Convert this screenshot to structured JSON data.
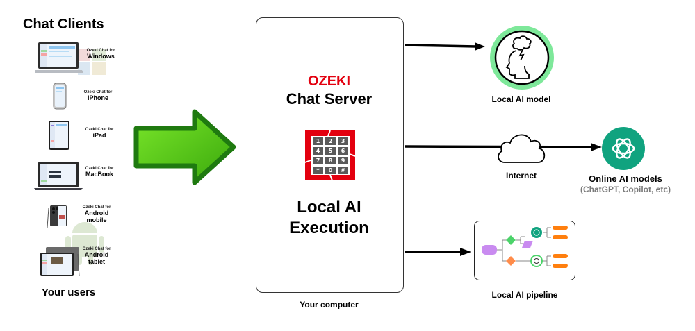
{
  "clients": {
    "title": "Chat Clients",
    "footer": "Your users",
    "items": [
      {
        "prefix": "Ozeki Chat for",
        "name": "Windows",
        "icon": "laptop-windows-icon"
      },
      {
        "prefix": "Ozeki Chat for",
        "name": "iPhone",
        "icon": "iphone-icon"
      },
      {
        "prefix": "Ozeki Chat for",
        "name": "iPad",
        "icon": "ipad-icon"
      },
      {
        "prefix": "Ozeki Chat for",
        "name": "MacBook",
        "icon": "macbook-icon"
      },
      {
        "prefix": "Ozeki Chat for",
        "name": "Android",
        "name2": "mobile",
        "icon": "android-phone-icon"
      },
      {
        "prefix": "Ozeki Chat for",
        "name": "Android",
        "name2": "tablet",
        "icon": "android-tablet-icon"
      }
    ]
  },
  "server": {
    "brand": "OZEKI",
    "title": "Chat Server",
    "subtitle_line1": "Local AI",
    "subtitle_line2": "Execution",
    "caption": "Your computer",
    "keypad_keys": [
      "1",
      "2",
      "3",
      "4",
      "5",
      "6",
      "7",
      "8",
      "9",
      "*",
      "0",
      "#"
    ]
  },
  "targets": {
    "local_model": {
      "label": "Local AI model"
    },
    "internet": {
      "label": "Internet"
    },
    "online_models": {
      "label": "Online AI models",
      "sublabel": "(ChatGPT, Copilot, etc)"
    },
    "pipeline": {
      "label": "Local AI pipeline"
    }
  },
  "colors": {
    "brand_red": "#e3000f",
    "arrow_green": "#5cc91d",
    "arrow_green_border": "#1f7a10",
    "local_model_ring": "#7ee89a",
    "openai_green": "#10a37f",
    "pipeline_orange": "#ff7f0e",
    "pipeline_purple": "#c98bf0",
    "pipeline_green": "#4cd36a"
  }
}
